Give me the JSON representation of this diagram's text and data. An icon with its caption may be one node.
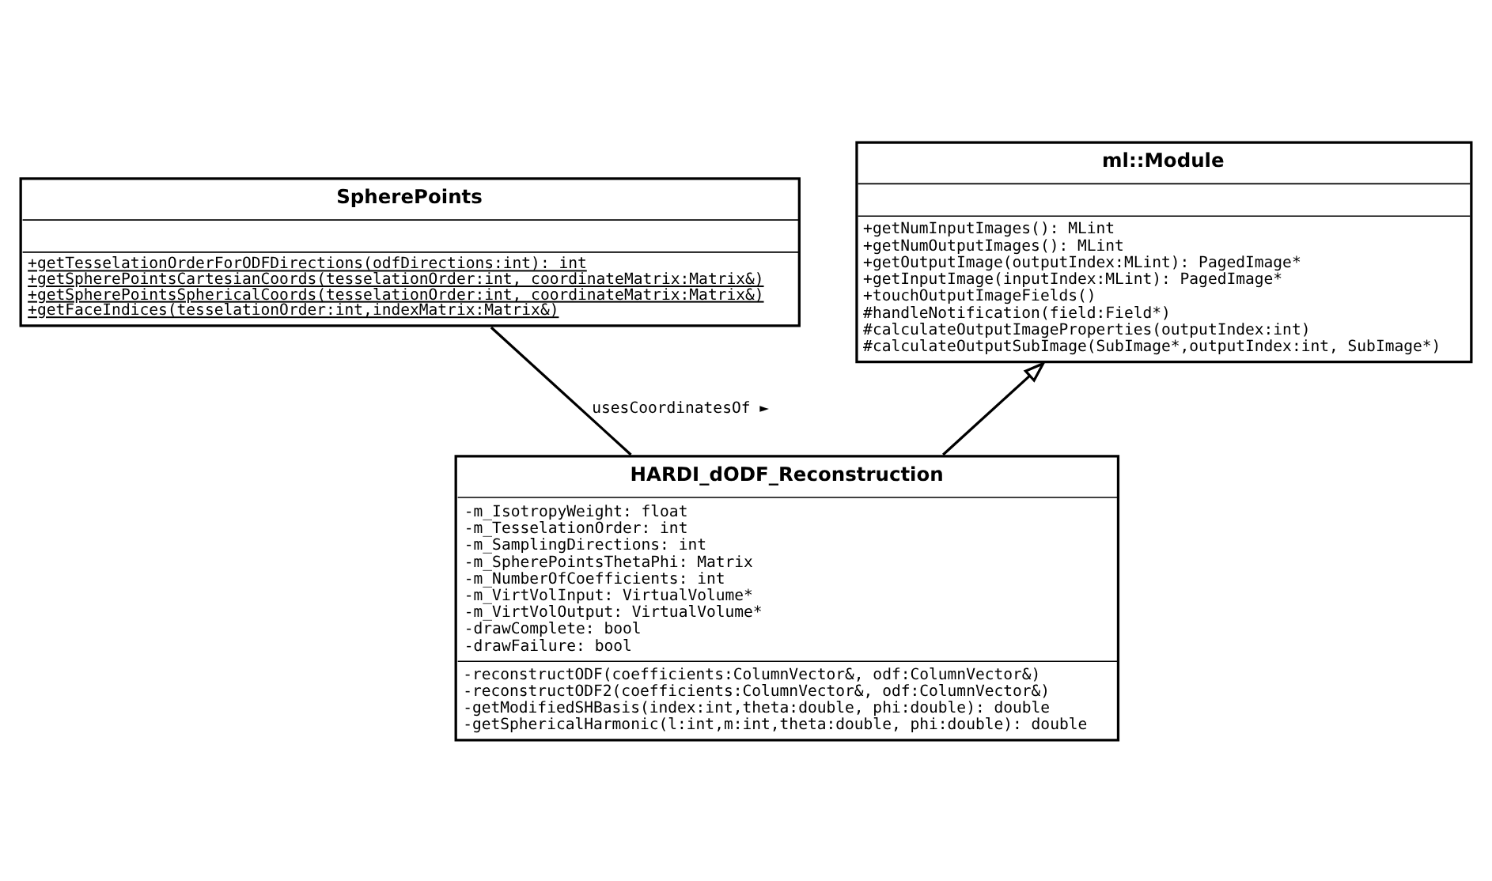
{
  "diagram": {
    "nodes": [
      {
        "text": [
          "SpherePoints",
          "+getTesselationOrderForODFDirections(odfDirections:int): int",
          "+getSpherePointsCartesianCoords(tesselationOrder:int, coordinateMatrix:Matrix&)",
          "+getSpherePointsSphericalCoords(tesselationOrder:int, coordinateMatrix:Matrix&)",
          "+getFaceIndices(tesselationOrder:int,indexMatrix:Matrix&)"
        ]
      },
      {
        "text": [
          "HARDI_dODF_Reconstruction",
          "-m_IsotropyWeight: float",
          "-m_TesselationOrder: int",
          "-m_SamplingDirections: int",
          "-m_SpherePointsThetaPhi: Matrix",
          "-m_NumberOfCoefficients: int",
          "-m_VirtVolInput: VirtualVolume*",
          "-m_VirtVolOutput: VirtualVolume*",
          "-drawComplete: bool",
          "-drawFailure: bool",
          "-reconstructODF(coefficients:ColumnVector&, odf:ColumnVector&)",
          "-reconstructODF2(coefficients:ColumnVector&, odf:ColumnVector&)",
          "-getModifiedSHBasis(index:int,theta:double, phi:double): double",
          "-getSphericalHarmonic(l:int,m:int,theta:double, phi:double): double"
        ]
      },
      {
        "text": [
          "ml::Module",
          "+getNumInputImages(): MLint",
          "+getNumOutputImages(): MLint",
          "+getOutputImage(outputIndex:MLint): PagedImage*",
          "+getInputImage(inputIndex:MLint): PagedImage*",
          "+touchOutputImageFields()",
          "#handleNotification(field:Field*)",
          "#calculateOutputImageProperties(outputIndex:int)",
          "#calculateOutputSubImage(SubImage*,outputIndex:int, SubImage*)"
        ]
      }
    ],
    "edges": [
      {
        "from": 1,
        "to": 0,
        "arrow": "none",
        "label": "usesCoordinatesOf ►"
      },
      {
        "from": 1,
        "to": 2,
        "arrow": "to"
      }
    ]
  }
}
